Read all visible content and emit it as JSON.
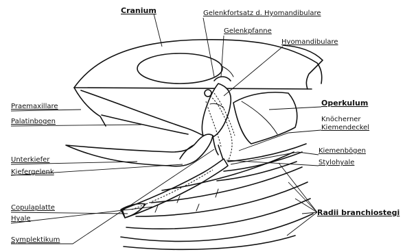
{
  "labels": {
    "cranium": "Cranium",
    "gelenkfortsatz": "Gelenkfortsatz d. Hyomandibulare",
    "gelenkpfanne": "Gelenkpfanne",
    "hyomandibulare": "Hyomandibulare",
    "praemaxillare": "Praemaxillare",
    "palatinbogen": "Palatinbogen",
    "operkulum": "Operkulum",
    "knoecherner_1": "Knöcherner",
    "knoecherner_2": "Kiemendeckel",
    "unterkiefer": "Unterkiefer",
    "kiefergelenk": "Kiefergelenk",
    "kiemenboegen": "Kiemenbögen",
    "stylohyale": "Stylohyale",
    "copulaplatte": "Copulaplatte",
    "hyale": "Hyale",
    "radii": "Radii branchiostegi",
    "symplektikum": "Symplektikum"
  },
  "colors": {
    "ink": "#111111",
    "paper": "#ffffff"
  }
}
